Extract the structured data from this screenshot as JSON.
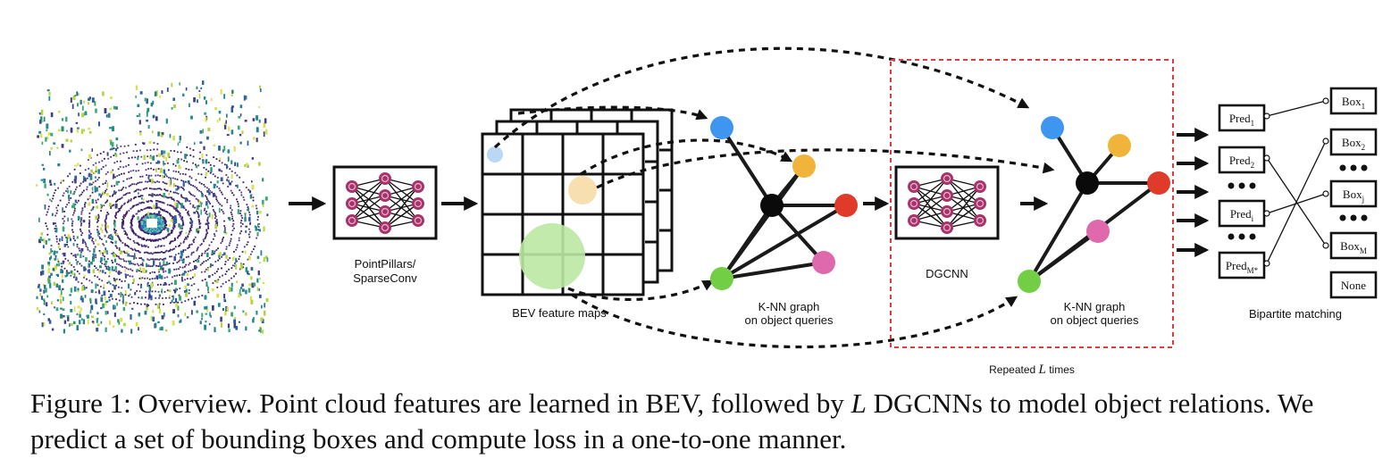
{
  "labels": {
    "backbone": [
      "PointPillars/",
      "SparseConv"
    ],
    "bev": "BEV feature maps",
    "knn1": [
      "K-NN graph",
      "on object queries"
    ],
    "dgcnn": "DGCNN",
    "knn2": [
      "K-NN graph",
      "on object queries"
    ],
    "matching": "Bipartite matching",
    "repeated_prefix": "Repeated ",
    "repeated_var": "L",
    "repeated_suffix": " times"
  },
  "preds": [
    {
      "base": "Pred",
      "sub": "1"
    },
    {
      "base": "Pred",
      "sub": "2"
    },
    {
      "base": "Pred",
      "sub": "i"
    },
    {
      "base": "Pred",
      "sub": "M*"
    }
  ],
  "boxes": [
    {
      "base": "Box",
      "sub": "1"
    },
    {
      "base": "Box",
      "sub": "2"
    },
    {
      "base": "Box",
      "sub": "j"
    },
    {
      "base": "Box",
      "sub": "M"
    },
    {
      "base": "None",
      "sub": ""
    }
  ],
  "caption": {
    "part1": "Figure 1: Overview. Point cloud features are learned in BEV, followed by ",
    "var": "L",
    "part2": " DGCNNs to model object relations. We predict a set of bounding boxes and compute loss in a one-to-one manner."
  },
  "colors": {
    "blue": "#3f96f0",
    "yellow": "#f0b43a",
    "red": "#e03a2a",
    "pink": "#e068ac",
    "green": "#72cf45",
    "black": "#0a0a0a",
    "light_blue": "#b9d8f5",
    "peach": "#f8dfb0",
    "light_green": "#bde8a4",
    "repeat_frame": "#e03a3a",
    "neuron": "#a8336b"
  }
}
